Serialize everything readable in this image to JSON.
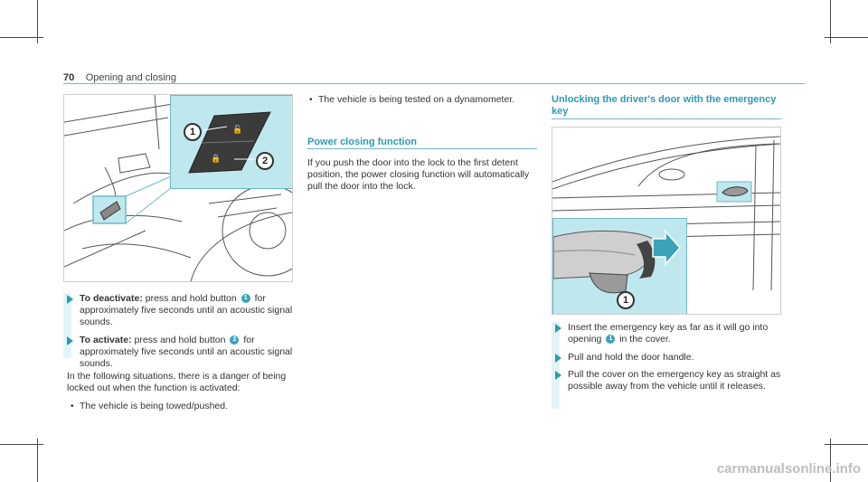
{
  "header": {
    "page_number": "70",
    "section_title": "Opening and closing"
  },
  "left_column": {
    "steps": [
      {
        "label": "To deactivate:",
        "text_before": " press and hold button ",
        "callout": "1",
        "text_after": " for approximately five seconds until an acoustic signal sounds."
      },
      {
        "label": "To activate:",
        "text_before": " press and hold button ",
        "callout": "2",
        "text_after": " for approximately five seconds until an acoustic signal sounds."
      }
    ],
    "situation_para": "In the following situations, there is a danger of being locked out when the function is activated:",
    "bullets": [
      "The vehicle is being towed/pushed."
    ]
  },
  "middle_column": {
    "bullets": [
      "The vehicle is being tested on a dynamometer."
    ],
    "heading": "Power closing function",
    "para": "If you push the door into the lock to the first detent position, the power closing function will automatically pull the door into the lock."
  },
  "right_column": {
    "heading": "Unlocking the driver's door with the emergency key",
    "steps": [
      {
        "text_before": "Insert the emergency key as far as it will go into opening ",
        "callout": "1",
        "text_after": " in the cover."
      },
      {
        "text_before": "Pull and hold the door handle.",
        "callout": "",
        "text_after": ""
      },
      {
        "text_before": "Pull the cover on the emergency key as straight as possible away from the vehicle until it releases.",
        "callout": "",
        "text_after": ""
      }
    ]
  },
  "figure_left": {
    "callouts": [
      "1",
      "2"
    ]
  },
  "figure_right": {
    "callouts": [
      "1"
    ]
  },
  "watermark": "carmanualsonline.info",
  "colors": {
    "accent": "#2b9bb2",
    "inset_bg": "#bfe8ee",
    "text": "#333333"
  }
}
